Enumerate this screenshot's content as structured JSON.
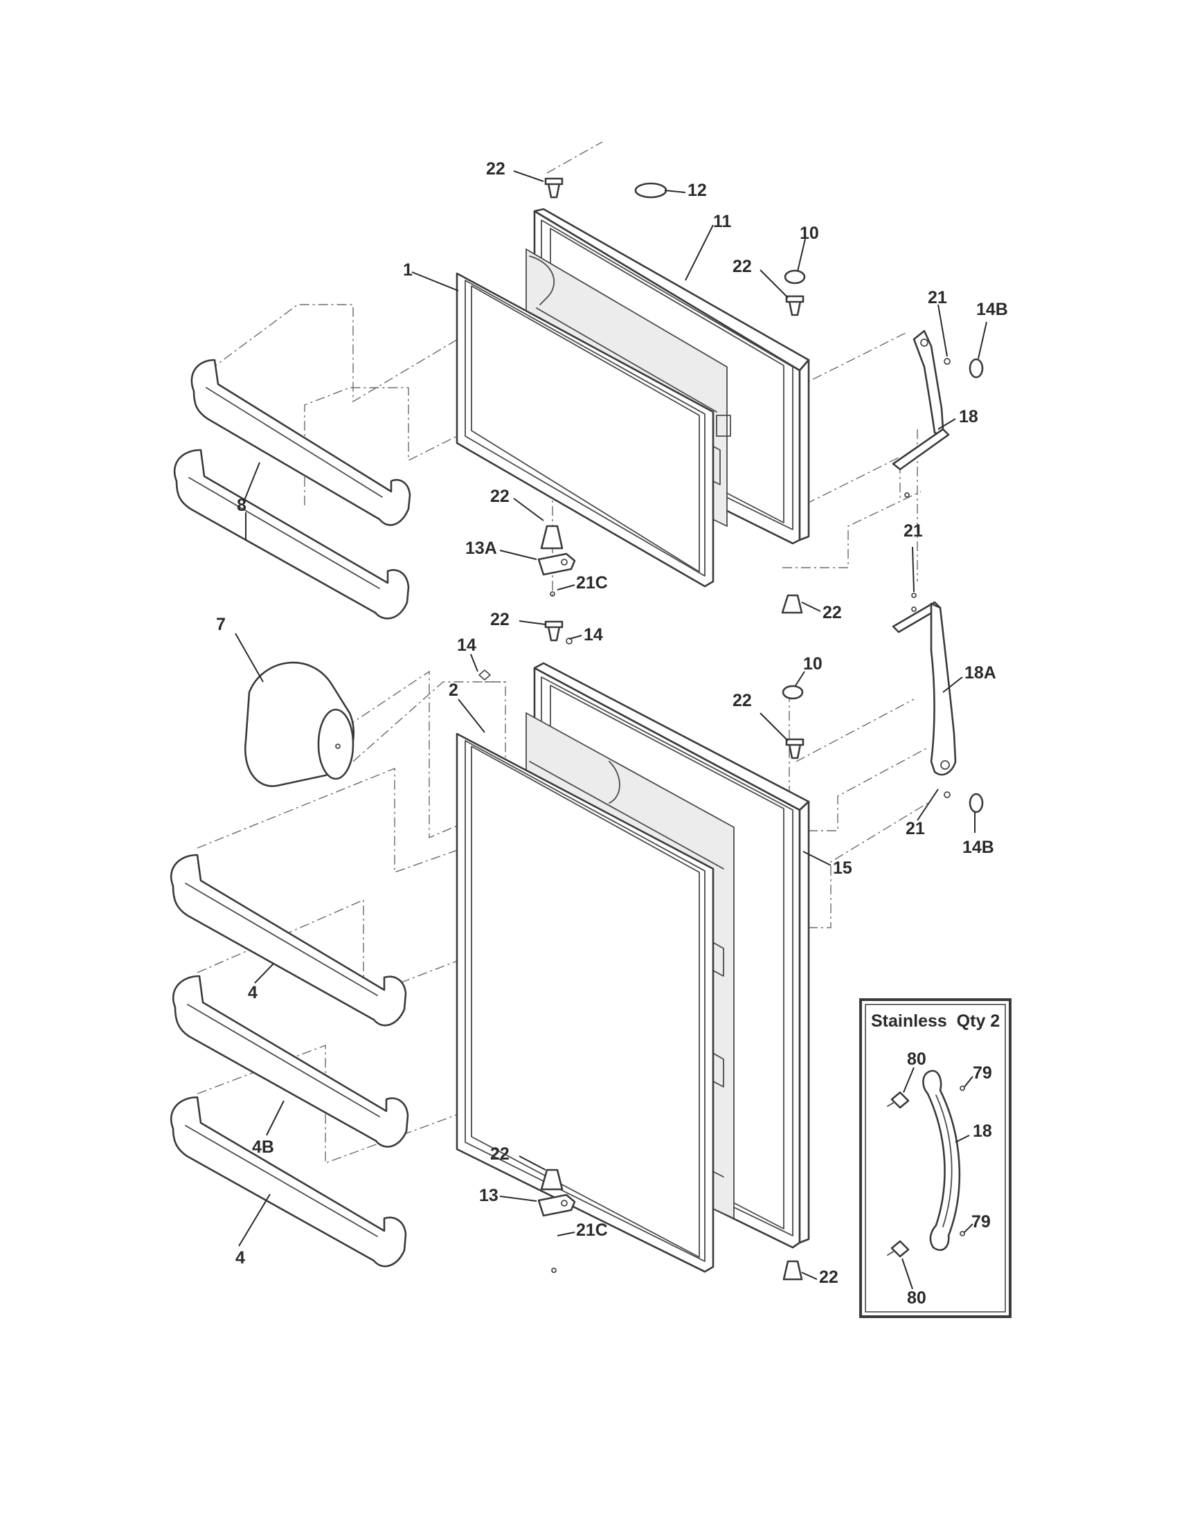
{
  "callouts": {
    "c22_top": "22",
    "c12": "12",
    "c11": "11",
    "c10_top": "10",
    "c22_upper_hinge": "22",
    "c1": "1",
    "c21_top": "21",
    "c14B_top": "14B",
    "c18_upper": "18",
    "c8": "8",
    "c22_fz_bottom_left": "22",
    "c13A": "13A",
    "c21C_top": "21C",
    "c21_mid": "21",
    "c22_fz_bottom_right": "22",
    "c22_ff_top": "22",
    "c14_right": "14",
    "c7": "7",
    "c14_left": "14",
    "c2": "2",
    "c10_mid": "10",
    "c22_ff_hinge": "22",
    "c18A": "18A",
    "c21_low": "21",
    "c14B_low": "14B",
    "c15": "15",
    "c4_upper": "4",
    "c4B": "4B",
    "c4_lower": "4",
    "c22_ff_bottom_left": "22",
    "c13": "13",
    "c21C_bottom": "21C",
    "c22_ff_bottom_right": "22"
  },
  "inset": {
    "title": "Stainless  Qty 2",
    "c80_top": "80",
    "c79_top": "79",
    "c18": "18",
    "c79_bottom": "79",
    "c80_bottom": "80"
  }
}
